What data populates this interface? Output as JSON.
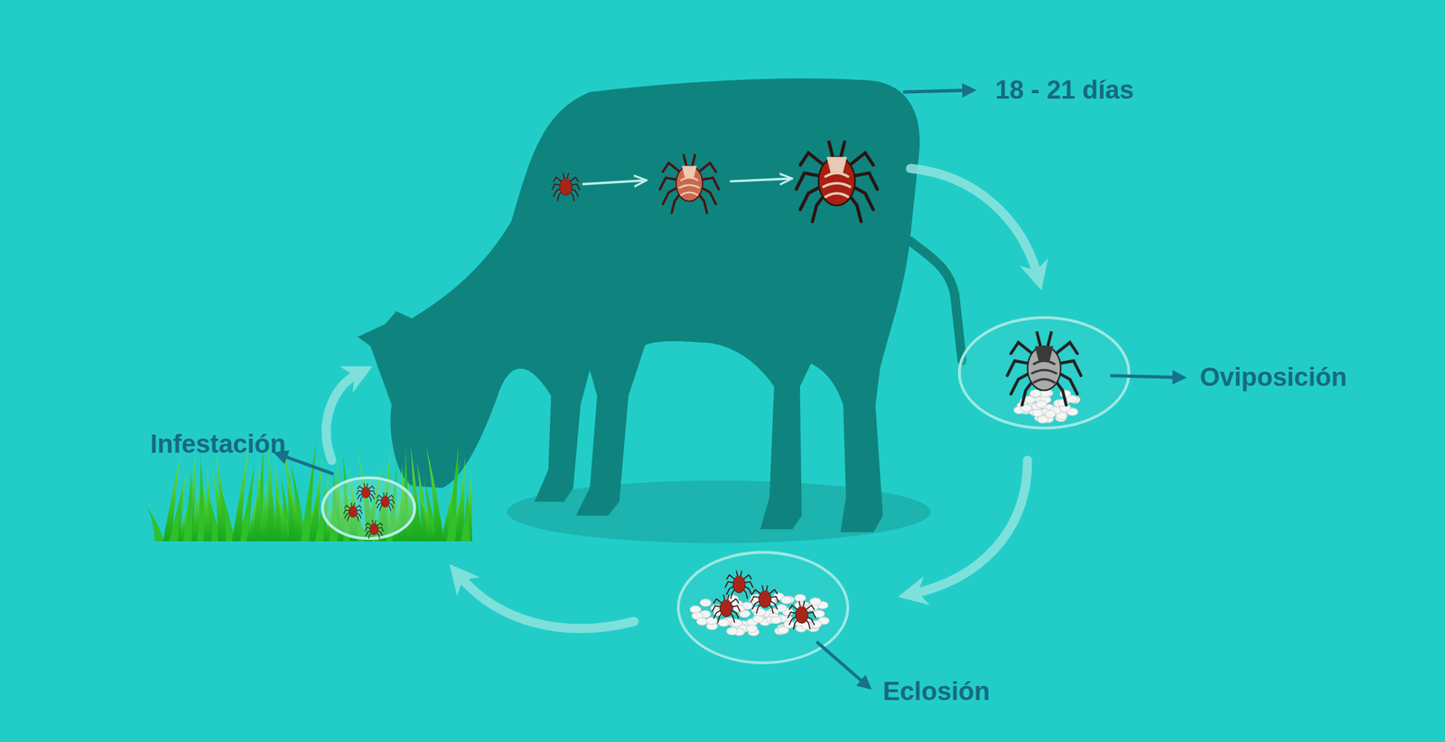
{
  "diagram": {
    "labels": [
      "18 - 21 días",
      "Oviposición",
      "Eclosión",
      "Infestación"
    ]
  }
}
